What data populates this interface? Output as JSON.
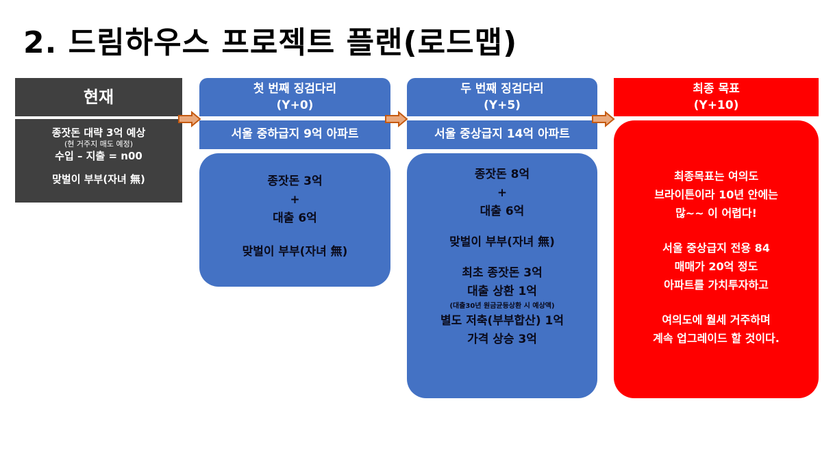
{
  "title": "2. 드림하우스 프로젝트 플랜(로드맵)",
  "colors": {
    "dark": "#404040",
    "blue": "#4472c4",
    "red": "#ff0000",
    "arrow": "#ed7d31"
  },
  "current": {
    "heading": "현재",
    "line1": "종잣돈 대략 3억 예상",
    "line2": "(현 거주지 매도 예정)",
    "line3": "수입 – 지출 = n00",
    "line4": "맞벌이 부부(자녀 無)"
  },
  "step1": {
    "heading": "첫 번째 징검다리",
    "year": "(Y+0)",
    "target": "서울 중하급지 9억 아파트",
    "body": [
      "종잣돈 3억",
      "+",
      "대출 6억",
      "",
      "맞벌이 부부(자녀 無)"
    ]
  },
  "step2": {
    "heading": "두 번째 징검다리",
    "year": "(Y+5)",
    "target": "서울 중상급지 14억 아파트",
    "body1": [
      "종잣돈 8억",
      "+",
      "대출 6억",
      "",
      "맞벌이 부부(자녀 無)",
      "",
      "최초 종잣돈 3억",
      "대출 상환 1억"
    ],
    "note": "(대출30년 원금균등상환 시 예상액)",
    "body2": [
      "별도 저축(부부합산) 1억",
      "가격 상승 3억"
    ]
  },
  "final": {
    "heading": "최종 목표",
    "year": "(Y+10)",
    "body": [
      "최종목표는 여의도",
      "브라이튼이라 10년 안에는",
      "많~~ 이 어렵다!",
      "",
      "서울 중상급지 전용 84",
      "매매가 20억 정도",
      "아파트를 가치투자하고",
      "",
      "여의도에 월세 거주하며",
      "계속 업그레이드 할 것이다."
    ]
  }
}
